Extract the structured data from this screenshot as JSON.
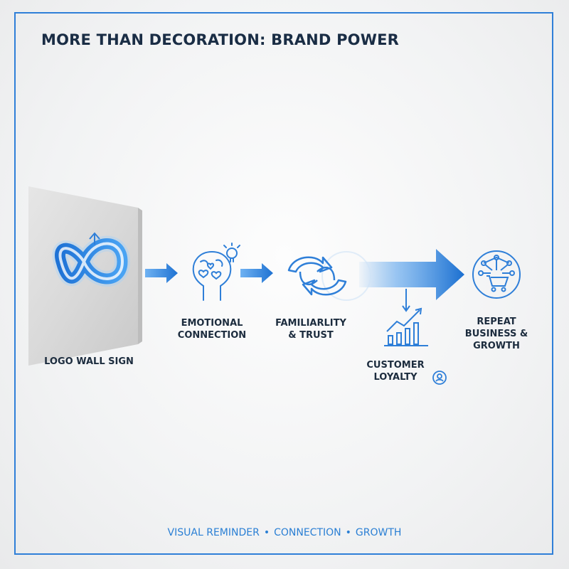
{
  "title": "MORE THAN DECORATION: BRAND POWER",
  "steps": [
    {
      "label": "LOGO WALL SIGN",
      "icon": "infinity-logo-icon"
    },
    {
      "label": "EMOTIONAL\nCONNECTION",
      "icon": "brain-hearts-icon"
    },
    {
      "label": "FAMILIARLITY\n& TRUST",
      "icon": "cycle-arrows-icon"
    },
    {
      "label": "CUSTOMER\nLOYALTY",
      "icon": "growth-chart-icon"
    },
    {
      "label": "REPEAT\nBUSINESS &\nGROWTH",
      "icon": "network-cart-icon"
    }
  ],
  "footer": {
    "items": [
      "VISUAL REMINDER",
      "CONNECTION",
      "GROWTH"
    ],
    "separator": "•"
  },
  "colors": {
    "accent": "#2f7fd8",
    "title": "#1a2d45",
    "footer": "#2a7fd4"
  }
}
